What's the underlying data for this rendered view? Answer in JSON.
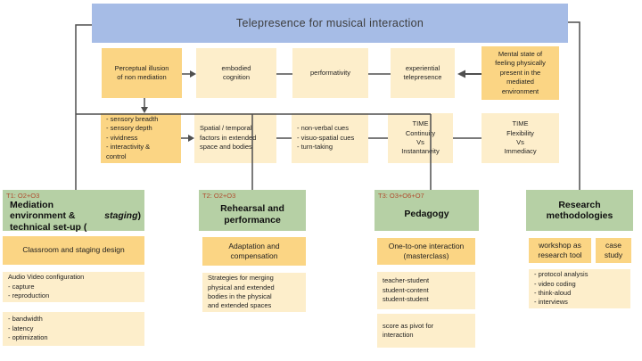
{
  "banner": {
    "title": "Telepresence for musical interaction"
  },
  "concepts": {
    "perceptual_illusion": "Perceptual illusion\nof non mediation",
    "embodied_cognition": "embodied\ncognition",
    "performativity": "performativity",
    "experiential_telepresence": "experiential\ntelepresence",
    "mental_state": "Mental state of\nfeeling physically\npresent in the\nmediated\nenvironment"
  },
  "factors": {
    "sensory": "- sensory breadth\n- sensory depth\n- vividness\n- interactivity &\ncontrol",
    "spatial_temporal": "Spatial / temporal\nfactors in extended\nspace and bodies",
    "cues": "- non-verbal cues\n- visuo-spatial cues\n- turn-taking",
    "time_continuity": "TIME\nContinuity\nVs\nInstantaneity",
    "time_flexibility": "TIME\nFlexibility\nVs\nImmediacy"
  },
  "themes": {
    "t1": {
      "tag": "T1: O2+O3",
      "title_pre": "Mediation environment &\ntechnical set-up (",
      "title_italic": "staging",
      "title_post": ")"
    },
    "t2": {
      "tag": "T2: O2+O3",
      "title": "Rehearsal and\nperformance"
    },
    "t3": {
      "tag": "T3: O3+O6+O7",
      "title": "Pedagogy"
    },
    "research": {
      "title": "Research\nmethodologies"
    }
  },
  "columns": {
    "mediation": {
      "heading": "Classroom and staging design",
      "av_configuration": "Audio Video configuration\n- capture\n- reproduction",
      "network": "- bandwidth\n- latency\n- optimization"
    },
    "rehearsal": {
      "heading": "Adaptation and\ncompensation",
      "strategies": "Strategies for merging\nphysical and extended\nbodies in the physical\nand extended spaces"
    },
    "pedagogy": {
      "heading": "One-to-one interaction\n(masterclass)",
      "interactions": "teacher-student\nstudent-content\nstudent-student",
      "score": "score as pivot for\ninteraction"
    },
    "research": {
      "workshop": "workshop as\nresearch tool",
      "case_study": "case\nstudy",
      "methods": "- protocol analysis\n- video coding\n- think-aloud\n- interviews"
    }
  },
  "colors": {
    "banner": "#a6bce6",
    "gold": "#fbd584",
    "cream": "#fdeecb",
    "green": "#b6d0a5",
    "tag": "#b04c2e",
    "line": "#4f4f4f",
    "text": "#1f1f1f"
  }
}
